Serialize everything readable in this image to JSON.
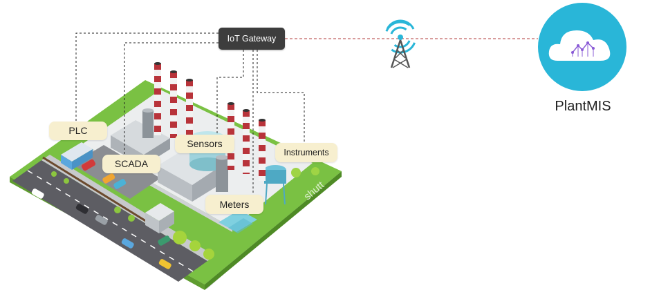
{
  "gateway": {
    "label": "IoT Gateway"
  },
  "devices": {
    "plc": "PLC",
    "scada": "SCADA",
    "sensors": "Sensors",
    "instruments": "Instruments",
    "meters": "Meters"
  },
  "cloud": {
    "label": "PlantMIS"
  },
  "watermark": {
    "text": "shutt"
  },
  "colors": {
    "gateway_bg": "#3d3d3d",
    "tag_bg": "#f7efcf",
    "cloud_circle": "#29b6d8",
    "wireless_link": "#b23a3a",
    "tower_signal": "#29b6d8",
    "grass": "#7ac143",
    "road": "#5d5d63"
  }
}
